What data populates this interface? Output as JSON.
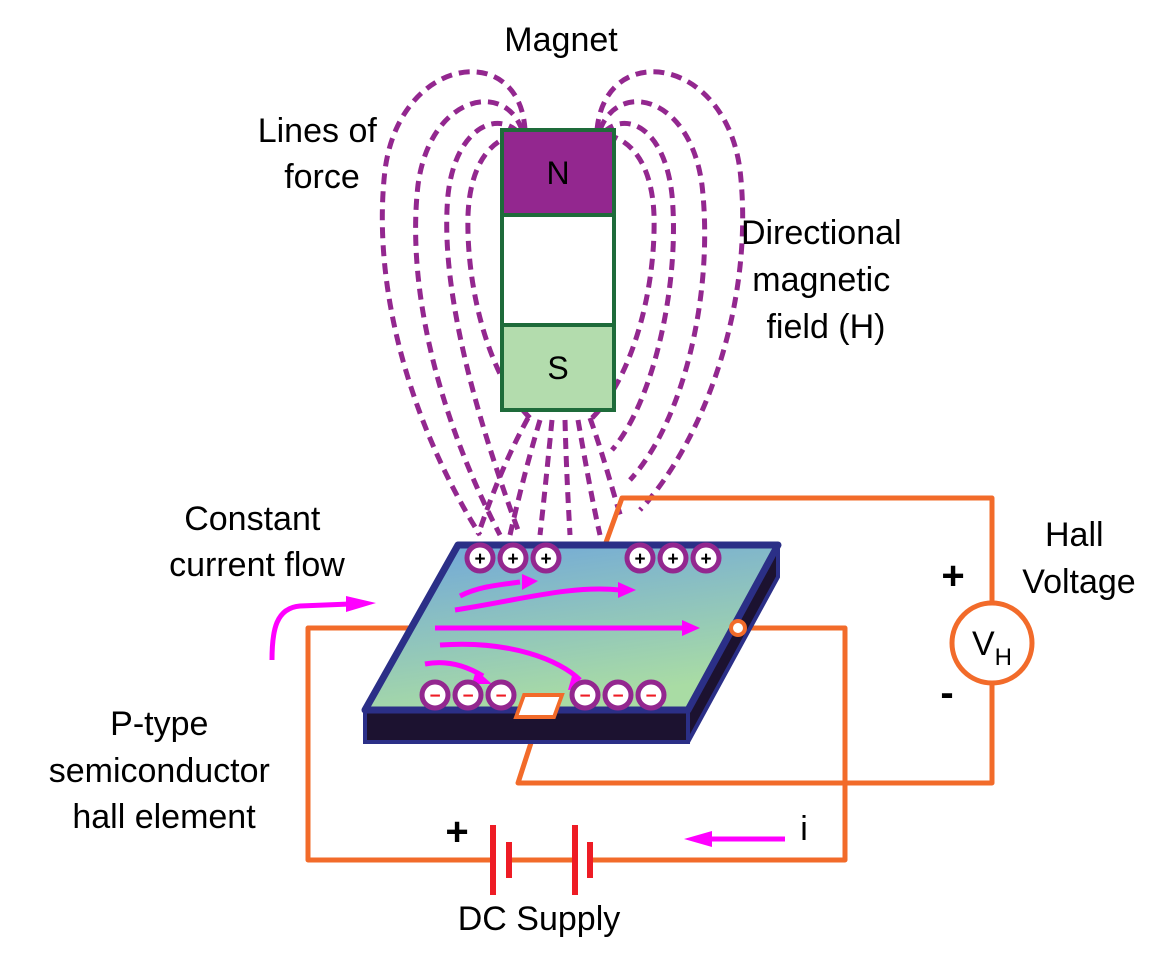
{
  "labels": {
    "magnet": "Magnet",
    "lines_of_force": [
      "Lines of",
      "force"
    ],
    "magnetic_field": [
      "Directional",
      "magnetic",
      "field (H)"
    ],
    "current_flow": [
      "Constant",
      "current flow"
    ],
    "element": [
      "P-type",
      "semiconductor",
      "hall element"
    ],
    "hall_voltage": [
      "Hall",
      "Voltage"
    ],
    "dc_supply": "DC Supply",
    "current_symbol": "i",
    "plus": "+",
    "minus": "-"
  },
  "magnet": {
    "north": "N",
    "south": "S"
  },
  "meter": {
    "symbol": "V",
    "subscript": "H"
  },
  "charges": {
    "positive": "+",
    "negative": "−",
    "positive_count": 6,
    "negative_count": 6
  },
  "colors": {
    "field_lines": "#93278f",
    "magnet_outline": "#1e6b3a",
    "north_pole": "#93278f",
    "south_pole": "#b3dcad",
    "wire": "#f26b2a",
    "arrow": "#ff00ff",
    "plate_border": "#2b2f87",
    "battery": "#ee1c25",
    "negative_charge": "#ee1c25"
  }
}
